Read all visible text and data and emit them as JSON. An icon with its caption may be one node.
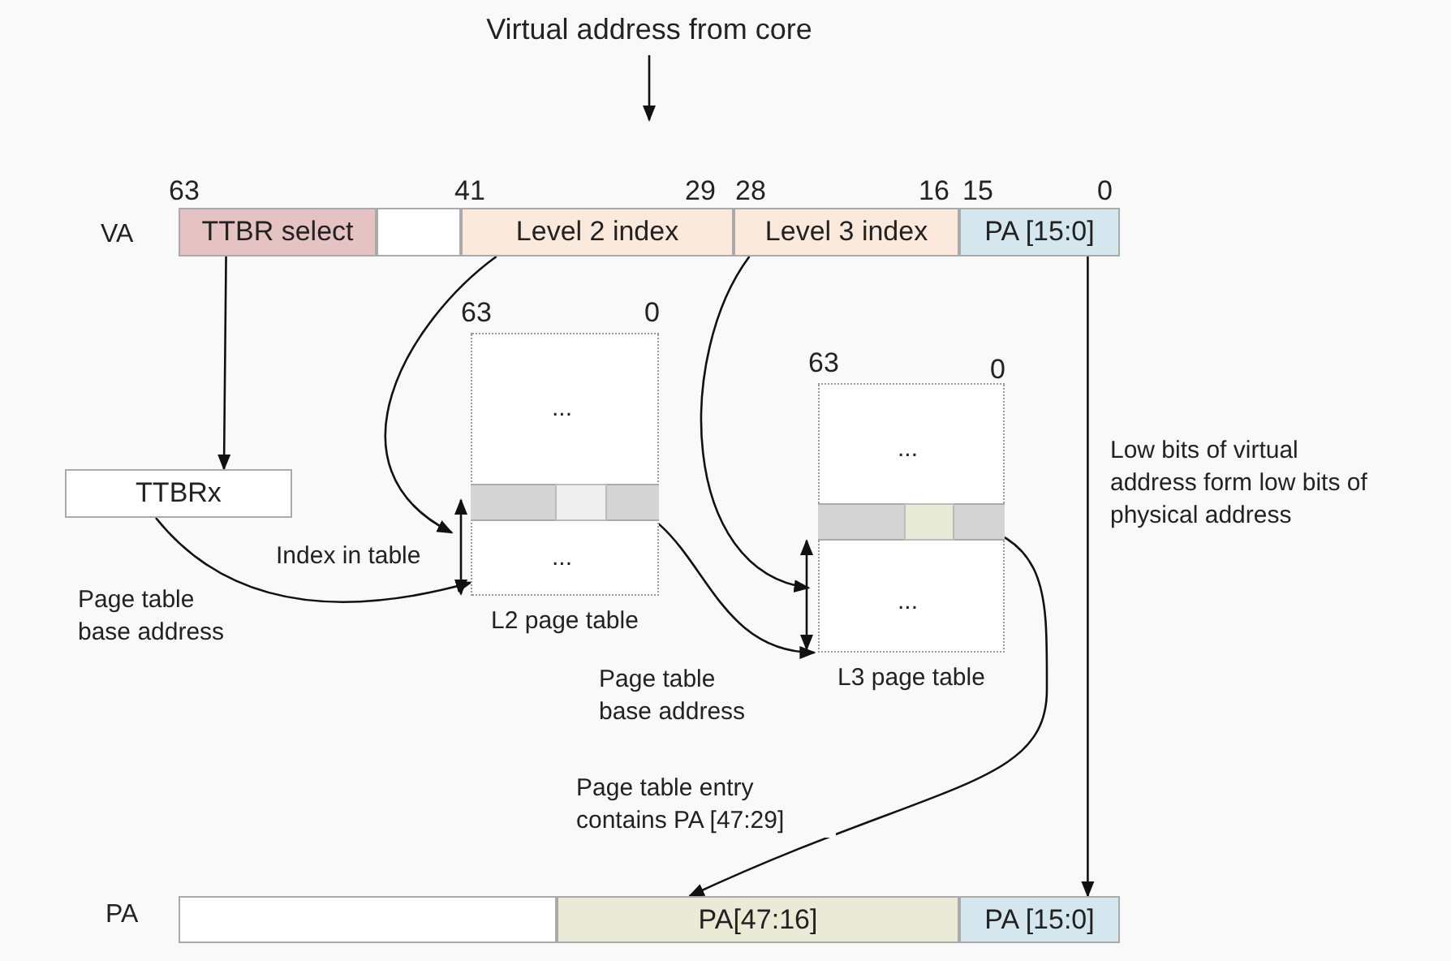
{
  "diagram": {
    "nodes": [
      {
        "text": [
          "Virtual address from core"
        ]
      },
      {
        "text": [
          "TTBR select"
        ]
      },
      {
        "text": [],
        "shape": "box"
      },
      {
        "text": [
          "Level 2 index"
        ]
      },
      {
        "text": [
          "Level 3 index"
        ]
      },
      {
        "text": [
          "PA [15:0]"
        ]
      },
      {
        "text": [
          "TTBRx"
        ]
      },
      {
        "text": [
          "L2 page table"
        ]
      },
      {
        "text": [],
        "shape": "box",
        "in": 7
      },
      {
        "text": [
          "L3 page table"
        ]
      },
      {
        "text": [],
        "shape": "box",
        "in": 9
      },
      {
        "text": [],
        "shape": "box"
      },
      {
        "text": [
          "PA[47:16]"
        ]
      },
      {
        "text": [
          "PA [15:0]"
        ]
      }
    ],
    "edges": [
      {
        "from": 0,
        "to": null,
        "arrow": "to"
      },
      {
        "from": 1,
        "to": 6,
        "arrow": "to"
      },
      {
        "from": 6,
        "to": 7,
        "arrow": "to",
        "label": "Page table base address"
      },
      {
        "from": 3,
        "to": 7,
        "arrow": "to"
      },
      {
        "from": 8,
        "to": 9,
        "arrow": "to",
        "label": "Page table base address"
      },
      {
        "from": 4,
        "to": 9,
        "arrow": "to"
      },
      {
        "from": 10,
        "to": 12,
        "arrow": "to",
        "label": "Page table entry contains PA [47:29]"
      },
      {
        "from": 5,
        "to": 13,
        "arrow": "to",
        "label": "Low bits of virtual address form low bits of physical address"
      }
    ],
    "labels": [
      "63",
      "41",
      "29",
      "28",
      "16",
      "15",
      "0",
      "VA",
      "63",
      "0",
      "...",
      "...",
      "Index in table",
      "63",
      "0",
      "...",
      "...",
      "PA"
    ]
  }
}
